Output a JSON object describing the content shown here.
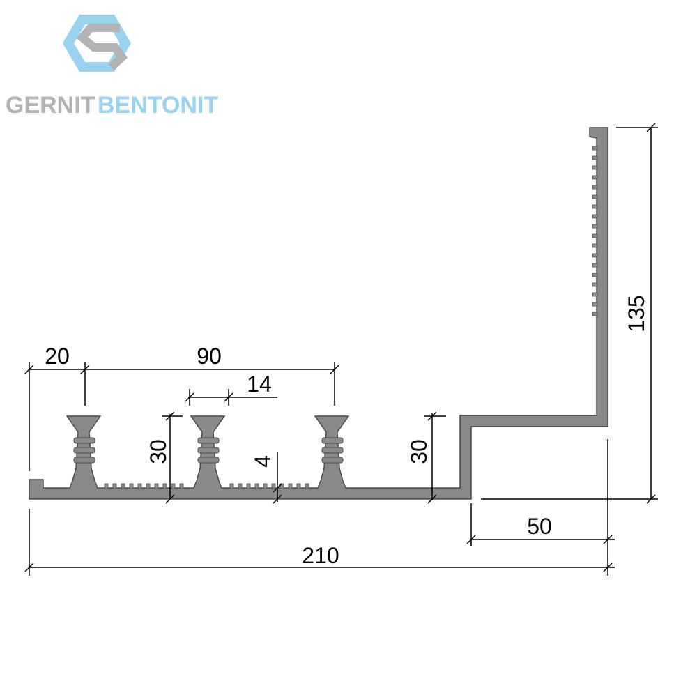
{
  "logo": {
    "word1": "GERNIT",
    "word2": "BENTONIT",
    "colors": {
      "gray": "#b3b3b3",
      "blue": "#9ad3f0"
    }
  },
  "profile_color": "#8a8a8a",
  "dimensions": {
    "d20": "20",
    "d90": "90",
    "d14": "14",
    "d30_left": "30",
    "d4": "4",
    "d30_right": "30",
    "d135": "135",
    "d50": "50",
    "d210": "210"
  }
}
